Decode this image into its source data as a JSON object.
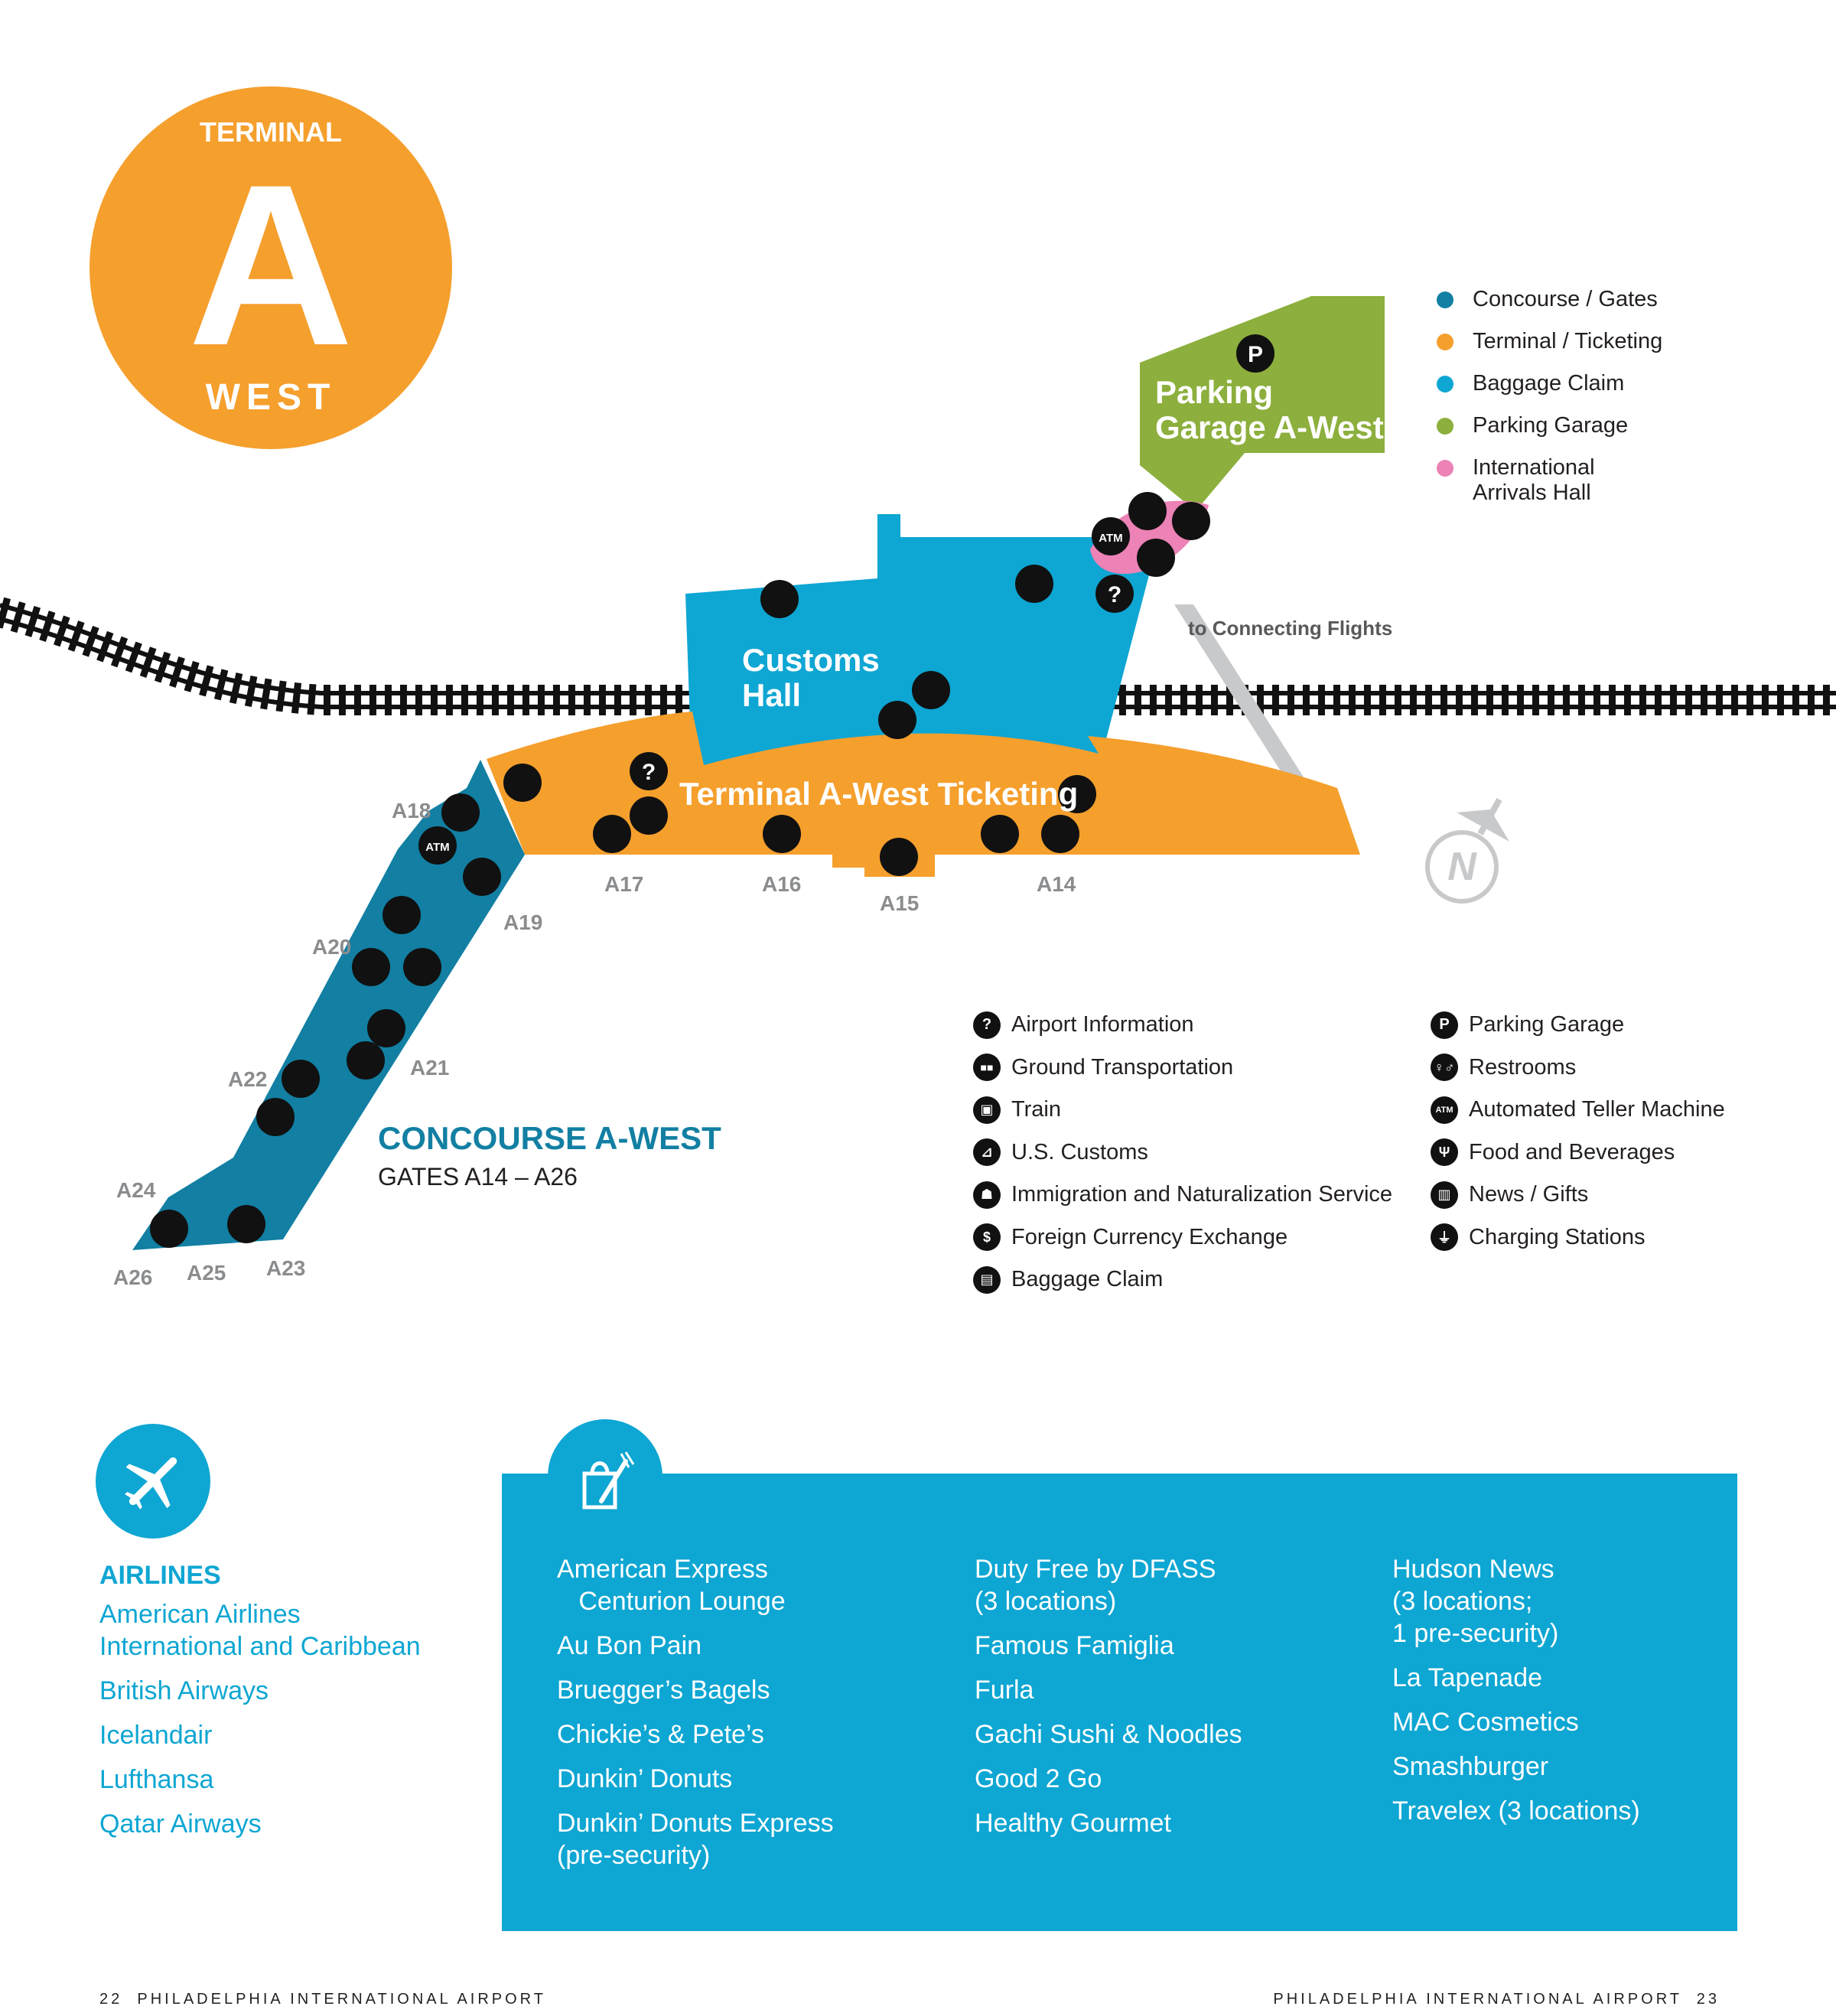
{
  "badge": {
    "top": "TERMINAL",
    "letter": "A",
    "bottom": "WEST",
    "color": "#f59f2d"
  },
  "colors": {
    "concourse": "#127fa3",
    "terminal": "#f59f2d",
    "baggage": "#0ea6d3",
    "parking": "#8caf3d",
    "arrivals": "#ec82b6",
    "walkway": "#c8c9cb",
    "gate_label": "#8a8c8e",
    "icon": "#111111"
  },
  "area_legend": [
    {
      "label": "Concourse / Gates",
      "color": "#127fa3"
    },
    {
      "label": "Terminal / Ticketing",
      "color": "#f59f2d"
    },
    {
      "label": "Baggage Claim",
      "color": "#0ea6d3"
    },
    {
      "label": "Parking Garage",
      "color": "#8caf3d"
    },
    {
      "label": "International\nArrivals Hall",
      "line1": "International",
      "line2": "Arrivals Hall",
      "color": "#ec82b6"
    }
  ],
  "map": {
    "parking_label_1": "Parking",
    "parking_label_2": "Garage A-West",
    "customs_label_1": "Customs",
    "customs_label_2": "Hall",
    "ticketing_label": "Terminal A-West Ticketing",
    "connecting": "to Connecting Flights",
    "concourse_title": "CONCOURSE A-WEST",
    "concourse_sub": "GATES A14 – A26",
    "compass": "N",
    "gates": [
      "A14",
      "A15",
      "A16",
      "A17",
      "A18",
      "A19",
      "A20",
      "A21",
      "A22",
      "A23",
      "A24",
      "A25",
      "A26"
    ],
    "icons": [
      {
        "type": "parking",
        "area": "Parking Garage A-West"
      },
      {
        "type": "food",
        "area": "International Arrivals Hall"
      },
      {
        "type": "atm",
        "area": "International Arrivals Hall"
      },
      {
        "type": "ground-transport",
        "area": "International Arrivals Hall"
      },
      {
        "type": "currency",
        "area": "International Arrivals Hall"
      },
      {
        "type": "restrooms",
        "area": "Customs Hall"
      },
      {
        "type": "customs",
        "area": "Customs Hall"
      },
      {
        "type": "info",
        "area": "Customs Hall"
      },
      {
        "type": "baggage",
        "area": "Customs Hall"
      },
      {
        "type": "immigration",
        "area": "Customs Hall"
      },
      {
        "type": "news-gifts",
        "area": "Ticketing"
      },
      {
        "type": "info",
        "area": "Ticketing"
      },
      {
        "type": "restrooms",
        "area": "Ticketing"
      },
      {
        "type": "charging",
        "area": "A17"
      },
      {
        "type": "charging",
        "area": "A16"
      },
      {
        "type": "charging",
        "area": "A15"
      },
      {
        "type": "currency",
        "area": "Ticketing"
      },
      {
        "type": "charging",
        "area": "A14"
      },
      {
        "type": "restrooms",
        "area": "Ticketing"
      }
    ]
  },
  "icon_legend": {
    "left": [
      {
        "icon": "?",
        "name": "info-icon",
        "label": "Airport Information"
      },
      {
        "icon": "🚕",
        "name": "ground-transport-icon",
        "label": "Ground Transportation"
      },
      {
        "icon": "🚆",
        "name": "train-icon",
        "label": "Train"
      },
      {
        "icon": "✍",
        "name": "customs-icon",
        "label": "U.S. Customs"
      },
      {
        "icon": "🛂",
        "name": "immigration-icon",
        "label": "Immigration and Naturalization Service"
      },
      {
        "icon": "$",
        "name": "currency-exchange-icon",
        "label": "Foreign Currency Exchange"
      },
      {
        "icon": "🧳",
        "name": "baggage-icon",
        "label": "Baggage Claim"
      }
    ],
    "right": [
      {
        "icon": "P",
        "name": "parking-icon",
        "label": "Parking Garage"
      },
      {
        "icon": "🚻",
        "name": "restrooms-icon",
        "label": "Restrooms"
      },
      {
        "icon": "ATM",
        "name": "atm-icon",
        "label": "Automated Teller Machine"
      },
      {
        "icon": "🍴",
        "name": "food-icon",
        "label": "Food and Beverages"
      },
      {
        "icon": "🎁",
        "name": "news-gifts-icon",
        "label": "News / Gifts"
      },
      {
        "icon": "🔌",
        "name": "charging-icon",
        "label": "Charging Stations"
      }
    ]
  },
  "airlines": {
    "title": "AIRLINES",
    "items": [
      "American Airlines\nInternational and Caribbean",
      "British Airways",
      "Icelandair",
      "Lufthansa",
      "Qatar Airways"
    ]
  },
  "shops": {
    "columns": [
      [
        "American Express\n   Centurion Lounge",
        "Au Bon Pain",
        "Bruegger’s Bagels",
        "Chickie’s & Pete’s",
        "Dunkin’ Donuts",
        "Dunkin’ Donuts Express\n(pre-security)"
      ],
      [
        "Duty Free by DFASS\n(3 locations)",
        "Famous Famiglia",
        "Furla",
        "Gachi Sushi & Noodles",
        "Good 2 Go",
        "Healthy Gourmet"
      ],
      [
        "Hudson News\n(3 locations;\n1 pre-security)",
        "La Tapenade",
        "MAC Cosmetics",
        "Smashburger",
        "Travelex (3 locations)"
      ]
    ]
  },
  "footer": {
    "left": "22  PHILADELPHIA INTERNATIONAL AIRPORT",
    "right": "PHILADELPHIA INTERNATIONAL AIRPORT  23"
  }
}
